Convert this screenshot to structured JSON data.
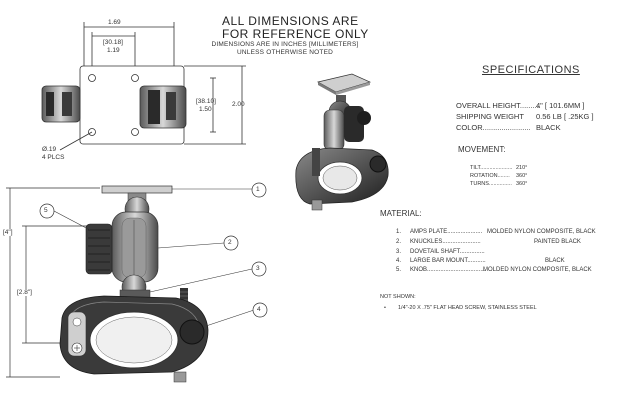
{
  "header": {
    "line1": "ALL DIMENSIONS ARE",
    "line2": "FOR REFERENCE ONLY",
    "line3": "DIMENSIONS ARE IN INCHES [MILLIMETERS]",
    "line4": "UNLESS OTHERWISE NOTED"
  },
  "dimensions": {
    "top_width": "1.69",
    "hole_span_mm": "[30.18]",
    "hole_span_in": "1.19",
    "hole_height_mm": "[38.10]",
    "hole_height_in": "1.50",
    "plate_height": "2.00",
    "hole_dia": "Ø.19",
    "hole_count": "4 PLCS",
    "overall_height": "[4\"]",
    "arm_height": "[2.8\"]"
  },
  "callouts": [
    "1",
    "2",
    "3",
    "4",
    "5"
  ],
  "specifications": {
    "title": "SPECIFICATIONS",
    "rows": [
      {
        "label": "OVERALL HEIGHT..........",
        "value": "4\" [ 101.6MM ]"
      },
      {
        "label": "SHIPPING WEIGHT",
        "value": "0.56 LB [ .25KG ]"
      },
      {
        "label": "COLOR.......................",
        "value": "BLACK"
      }
    ]
  },
  "movement": {
    "title": "MOVEMENT:",
    "rows": [
      {
        "label": "TILT.....................",
        "value": "210°"
      },
      {
        "label": "ROTATION........",
        "value": "360°"
      },
      {
        "label": "TURNS...............",
        "value": "360°"
      }
    ]
  },
  "material": {
    "title": "MATERIAL:",
    "rows": [
      {
        "num": "1.",
        "label": "AMPS PLATE.....................",
        "value": "MOLDED NYLON COMPOSITE, BLACK"
      },
      {
        "num": "2.",
        "label": "KNUCKLES.......................",
        "value": "PAINTED BLACK"
      },
      {
        "num": "3.",
        "label": "DOVETAIL SHAFT...............",
        "value": ""
      },
      {
        "num": "4.",
        "label": "LARGE BAR MOUNT...........",
        "value": "BLACK"
      },
      {
        "num": "5.",
        "label": "KNOB...................................",
        "value": "MOLDED NYLON COMPOSITE, BLACK"
      }
    ]
  },
  "not_shown": {
    "title": "NOT SHOWN:",
    "item": "1/4\"-20 X .75\" FLAT HEAD SCREW, STAINLESS STEEL"
  },
  "colors": {
    "line": "#333333",
    "part_dark": "#2a2a2a",
    "part_mid": "#6b6b6b",
    "part_light": "#bdbdbd"
  }
}
